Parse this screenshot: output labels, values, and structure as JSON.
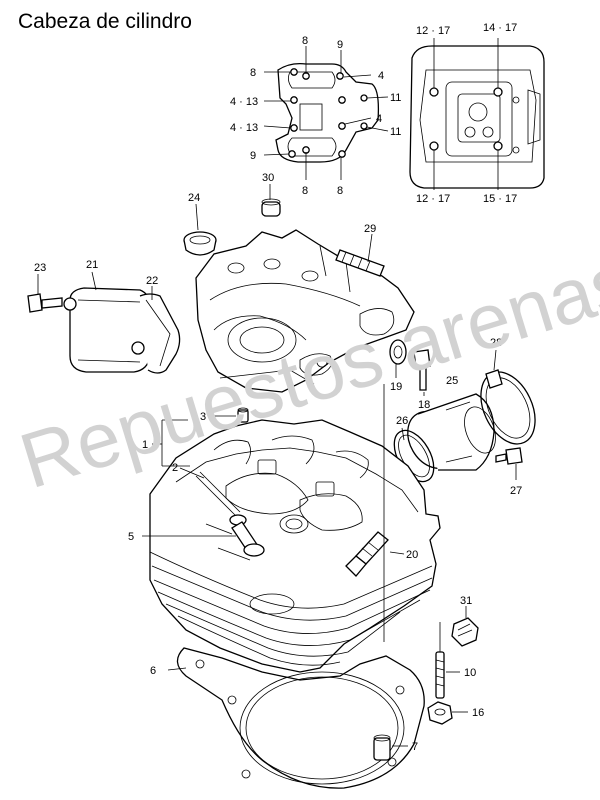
{
  "title": "Cabeza de cilindro",
  "watermark": "Repuestos arenas",
  "callouts": [
    {
      "id": "c1",
      "label": "1"
    },
    {
      "id": "c2",
      "label": "2"
    },
    {
      "id": "c3",
      "label": "3"
    },
    {
      "id": "c4a",
      "label": "4"
    },
    {
      "id": "c4b",
      "label": "4"
    },
    {
      "id": "c413a",
      "label": "4 · 13"
    },
    {
      "id": "c413b",
      "label": "4 · 13"
    },
    {
      "id": "c5",
      "label": "5"
    },
    {
      "id": "c6",
      "label": "6"
    },
    {
      "id": "c7",
      "label": "7"
    },
    {
      "id": "c8a",
      "label": "8"
    },
    {
      "id": "c8b",
      "label": "8"
    },
    {
      "id": "c8c",
      "label": "8"
    },
    {
      "id": "c8d",
      "label": "8"
    },
    {
      "id": "c9a",
      "label": "9"
    },
    {
      "id": "c9b",
      "label": "9"
    },
    {
      "id": "c10",
      "label": "10"
    },
    {
      "id": "c11a",
      "label": "11"
    },
    {
      "id": "c11b",
      "label": "11"
    },
    {
      "id": "c1217a",
      "label": "12 · 17"
    },
    {
      "id": "c1217b",
      "label": "12 · 17"
    },
    {
      "id": "c1417",
      "label": "14 · 17"
    },
    {
      "id": "c1517",
      "label": "15 · 17"
    },
    {
      "id": "c16",
      "label": "16"
    },
    {
      "id": "c18",
      "label": "18"
    },
    {
      "id": "c19",
      "label": "19"
    },
    {
      "id": "c20",
      "label": "20"
    },
    {
      "id": "c21",
      "label": "21"
    },
    {
      "id": "c22",
      "label": "22"
    },
    {
      "id": "c23",
      "label": "23"
    },
    {
      "id": "c24",
      "label": "24"
    },
    {
      "id": "c25",
      "label": "25"
    },
    {
      "id": "c26",
      "label": "26"
    },
    {
      "id": "c27",
      "label": "27"
    },
    {
      "id": "c28",
      "label": "28"
    },
    {
      "id": "c29",
      "label": "29"
    },
    {
      "id": "c30",
      "label": "30"
    },
    {
      "id": "c31",
      "label": "31"
    }
  ]
}
